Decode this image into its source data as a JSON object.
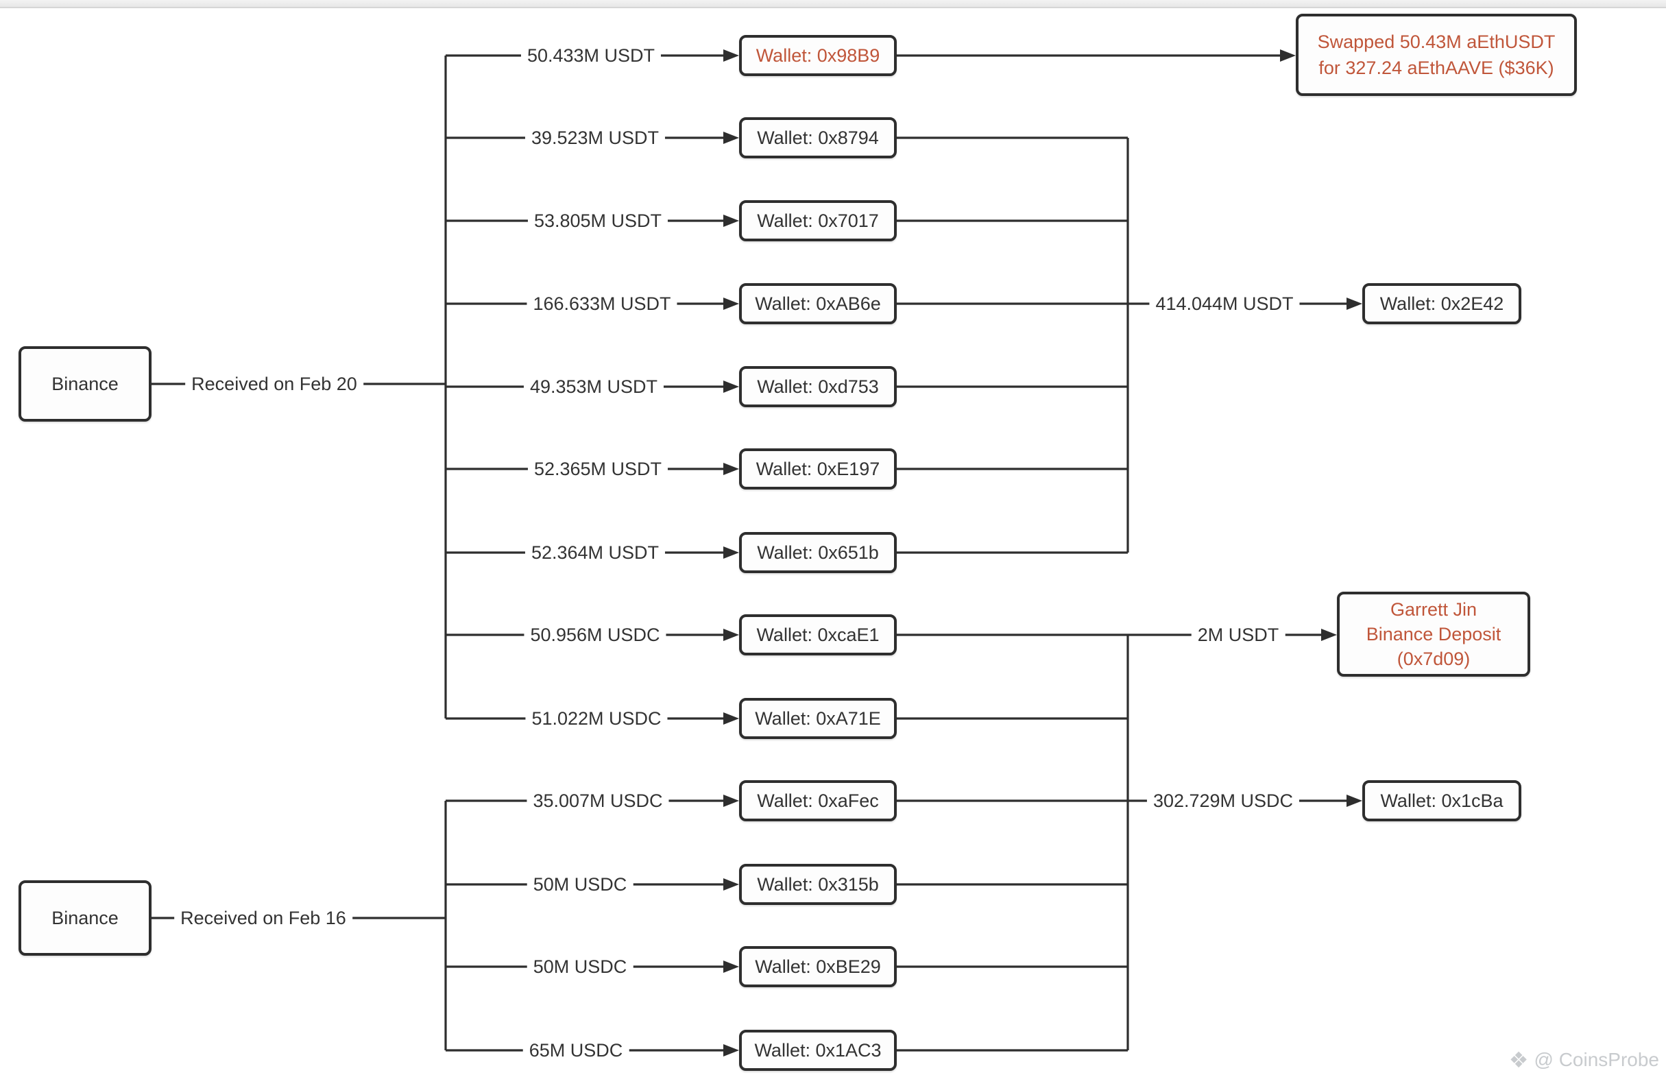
{
  "colors": {
    "accent": "#c0563a",
    "line": "#2e2e2e",
    "text": "#333333",
    "watermark": "#c8cbce",
    "bg": "#ffffff"
  },
  "sources": [
    {
      "name": "Binance",
      "edge_label": "Received on Feb 20"
    },
    {
      "name": "Binance",
      "edge_label": "Received on Feb 16"
    }
  ],
  "flows": [
    {
      "amount": "50.433M USDT",
      "wallet": "Wallet: 0x98B9"
    },
    {
      "amount": "39.523M USDT",
      "wallet": "Wallet: 0x8794"
    },
    {
      "amount": "53.805M USDT",
      "wallet": "Wallet: 0x7017"
    },
    {
      "amount": "166.633M USDT",
      "wallet": "Wallet: 0xAB6e"
    },
    {
      "amount": "49.353M USDT",
      "wallet": "Wallet: 0xd753"
    },
    {
      "amount": "52.365M USDT",
      "wallet": "Wallet: 0xE197"
    },
    {
      "amount": "52.364M USDT",
      "wallet": "Wallet: 0x651b"
    },
    {
      "amount": "50.956M USDC",
      "wallet": "Wallet: 0xcaE1"
    },
    {
      "amount": "51.022M USDC",
      "wallet": "Wallet: 0xA71E"
    },
    {
      "amount": "35.007M USDC",
      "wallet": "Wallet: 0xaFec"
    },
    {
      "amount": "50M USDC",
      "wallet": "Wallet: 0x315b"
    },
    {
      "amount": "50M USDC",
      "wallet": "Wallet: 0xBE29"
    },
    {
      "amount": "65M USDC",
      "wallet": "Wallet: 0x1AC3"
    }
  ],
  "outputs": {
    "swap": {
      "line1": "Swapped 50.43M aEthUSDT",
      "line2": "for 327.24 aEthAAVE ($36K)"
    },
    "agg_usdt": {
      "amount": "414.044M USDT",
      "wallet": "Wallet: 0x2E42"
    },
    "deposit": {
      "amount": "2M USDT",
      "line1": "Garrett Jin",
      "line2": "Binance Deposit",
      "line3": "(0x7d09)"
    },
    "agg_usdc": {
      "amount": "302.729M USDC",
      "wallet": "Wallet: 0x1cBa"
    }
  },
  "watermark": {
    "icon": "❖",
    "text": "@ CoinsProbe"
  }
}
